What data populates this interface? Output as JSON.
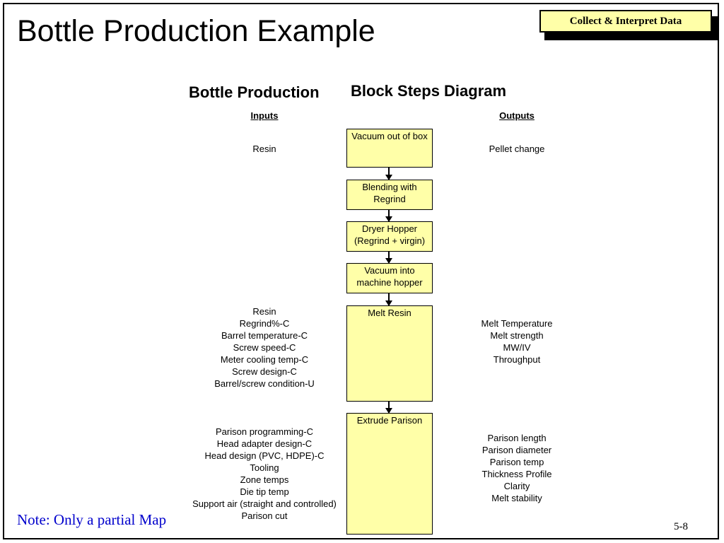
{
  "slide": {
    "title": "Bottle Production Example",
    "tag": "Collect & Interpret Data",
    "note": "Note: Only a partial Map",
    "page_number": "5-8"
  },
  "diagram": {
    "title_left": "Bottle Production",
    "title_right": "Block Steps Diagram",
    "inputs_header": "Inputs",
    "outputs_header": "Outputs",
    "steps": [
      {
        "label": "Vacuum out of box"
      },
      {
        "label": "Blending with Regrind"
      },
      {
        "label": "Dryer Hopper (Regrind + virgin)"
      },
      {
        "label": "Vacuum into machine hopper"
      },
      {
        "label": "Melt Resin"
      },
      {
        "label": "Extrude Parison"
      }
    ],
    "inputs": {
      "vacuum": [
        "Resin"
      ],
      "melt": [
        "Resin",
        "Regrind%-C",
        "Barrel temperature-C",
        "Screw speed-C",
        "Meter cooling temp-C",
        "Screw design-C",
        "Barrel/screw condition-U"
      ],
      "extrude": [
        "Parison programming-C",
        "Head adapter design-C",
        "Head design (PVC, HDPE)-C",
        "Tooling",
        "Zone temps",
        "Die tip temp",
        "Support air (straight and controlled)",
        "Parison cut"
      ]
    },
    "outputs": {
      "vacuum": [
        "Pellet change"
      ],
      "melt": [
        "Melt Temperature",
        "Melt strength",
        "MW/IV",
        "Throughput"
      ],
      "extrude": [
        "Parison length",
        "Parison diameter",
        "Parison temp",
        "Thickness Profile",
        "Clarity",
        "Melt stability"
      ]
    }
  }
}
